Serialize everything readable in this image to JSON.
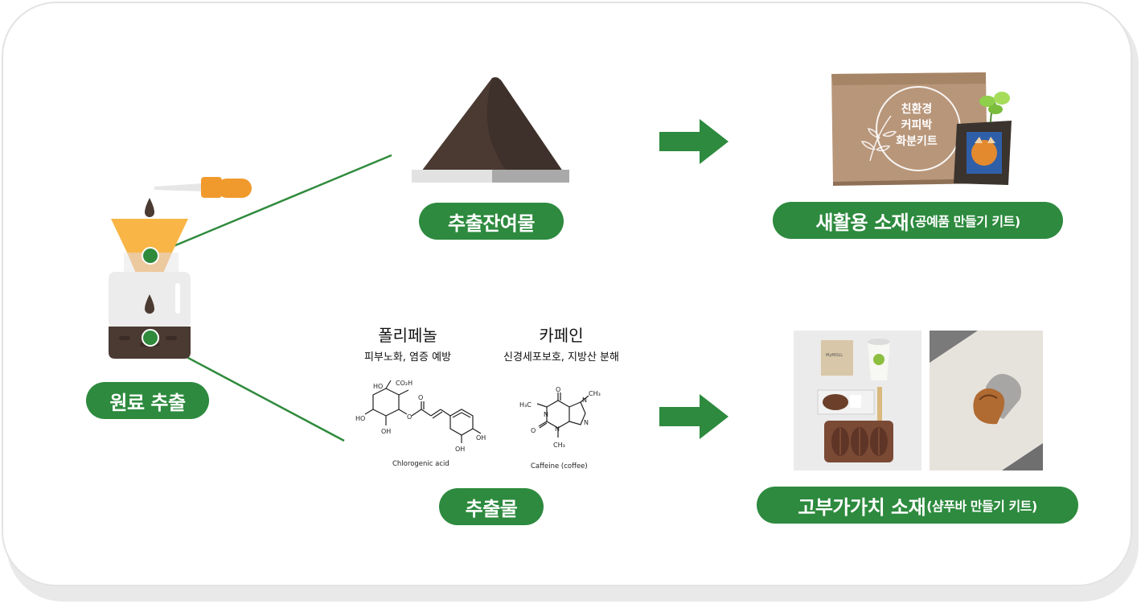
{
  "colors": {
    "accent_green": "#2d8a3e",
    "line_green": "#2f8a3c",
    "dark_brown": "#4a3a32"
  },
  "source": {
    "label": "원료 추출"
  },
  "residue": {
    "label": "추출잔여물"
  },
  "extract": {
    "label": "추출물"
  },
  "recycle": {
    "label_main": "새활용 소재",
    "label_sub": "(공예품 만들기 키트)"
  },
  "value_added": {
    "label_main": "고부가가치 소재",
    "label_sub": "(샴푸바 만들기 키트)"
  },
  "polyphenol": {
    "title": "폴리페놀",
    "subtitle": "피부노화, 염증 예방",
    "caption": "Chlorogenic acid",
    "atoms": {
      "ho_top": "HO",
      "co2h": "CO₂H",
      "ho_left": "HO",
      "oh_bottom": "OH",
      "o_ester": "O",
      "o_carbonyl": "O",
      "oh_ring1": "OH",
      "oh_ring2": "OH"
    }
  },
  "caffeine": {
    "title": "카페인",
    "subtitle": "신경세포보호, 지방산 분해",
    "caption": "Caffeine (coffee)",
    "atoms": {
      "h3c": "H₃C",
      "ch3_top": "CH₃",
      "ch3_bottom": "CH₃",
      "n1": "N",
      "n2": "N",
      "n3": "N",
      "n4": "N",
      "o1": "O",
      "o2": "O"
    }
  },
  "kit_box": {
    "text_line1": "친환경",
    "text_line2": "커피박",
    "text_line3": "화분키트"
  },
  "soap_cup": {
    "label": "MyMOLL"
  }
}
